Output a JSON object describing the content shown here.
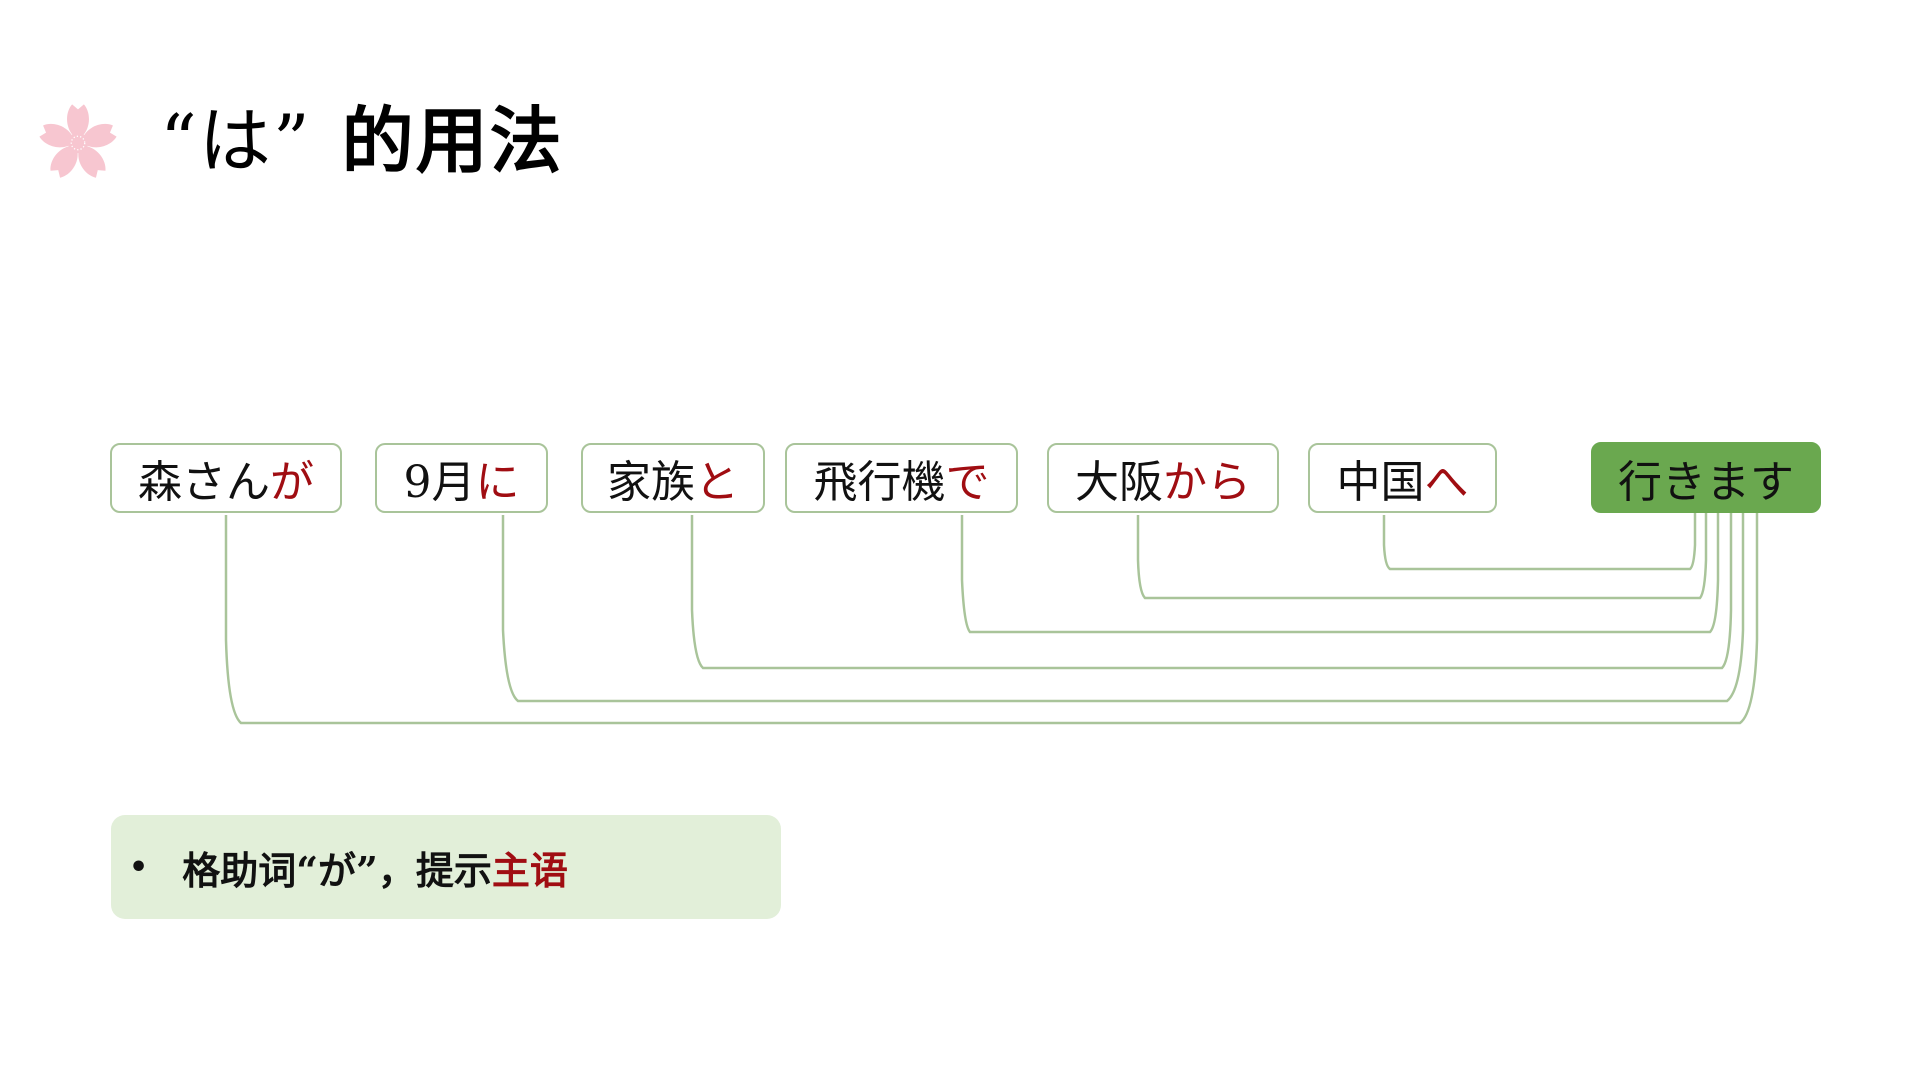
{
  "header": {
    "title_open_quote": "“",
    "title_particle": "は",
    "title_close_quote": "”",
    "title_rest": "的用法",
    "icon": "sakura-flower-icon"
  },
  "diagram": {
    "colors": {
      "particle": "#a00d12",
      "verb_fill": "#6aa84f",
      "border": "#a9c49a",
      "connector": "#a9c49a"
    },
    "phrases": [
      {
        "word": "森さん",
        "particle": "が"
      },
      {
        "word": "9月",
        "particle": "に"
      },
      {
        "word": "家族",
        "particle": "と"
      },
      {
        "word": "飛行機",
        "particle": "で"
      },
      {
        "word": "大阪",
        "particle": "から"
      },
      {
        "word": "中国",
        "particle": "へ"
      }
    ],
    "verb": "行きます"
  },
  "note": {
    "bullet": "•",
    "text_before": "格助词“が”，提示",
    "highlight": "主语",
    "background": "#e2efd9"
  }
}
